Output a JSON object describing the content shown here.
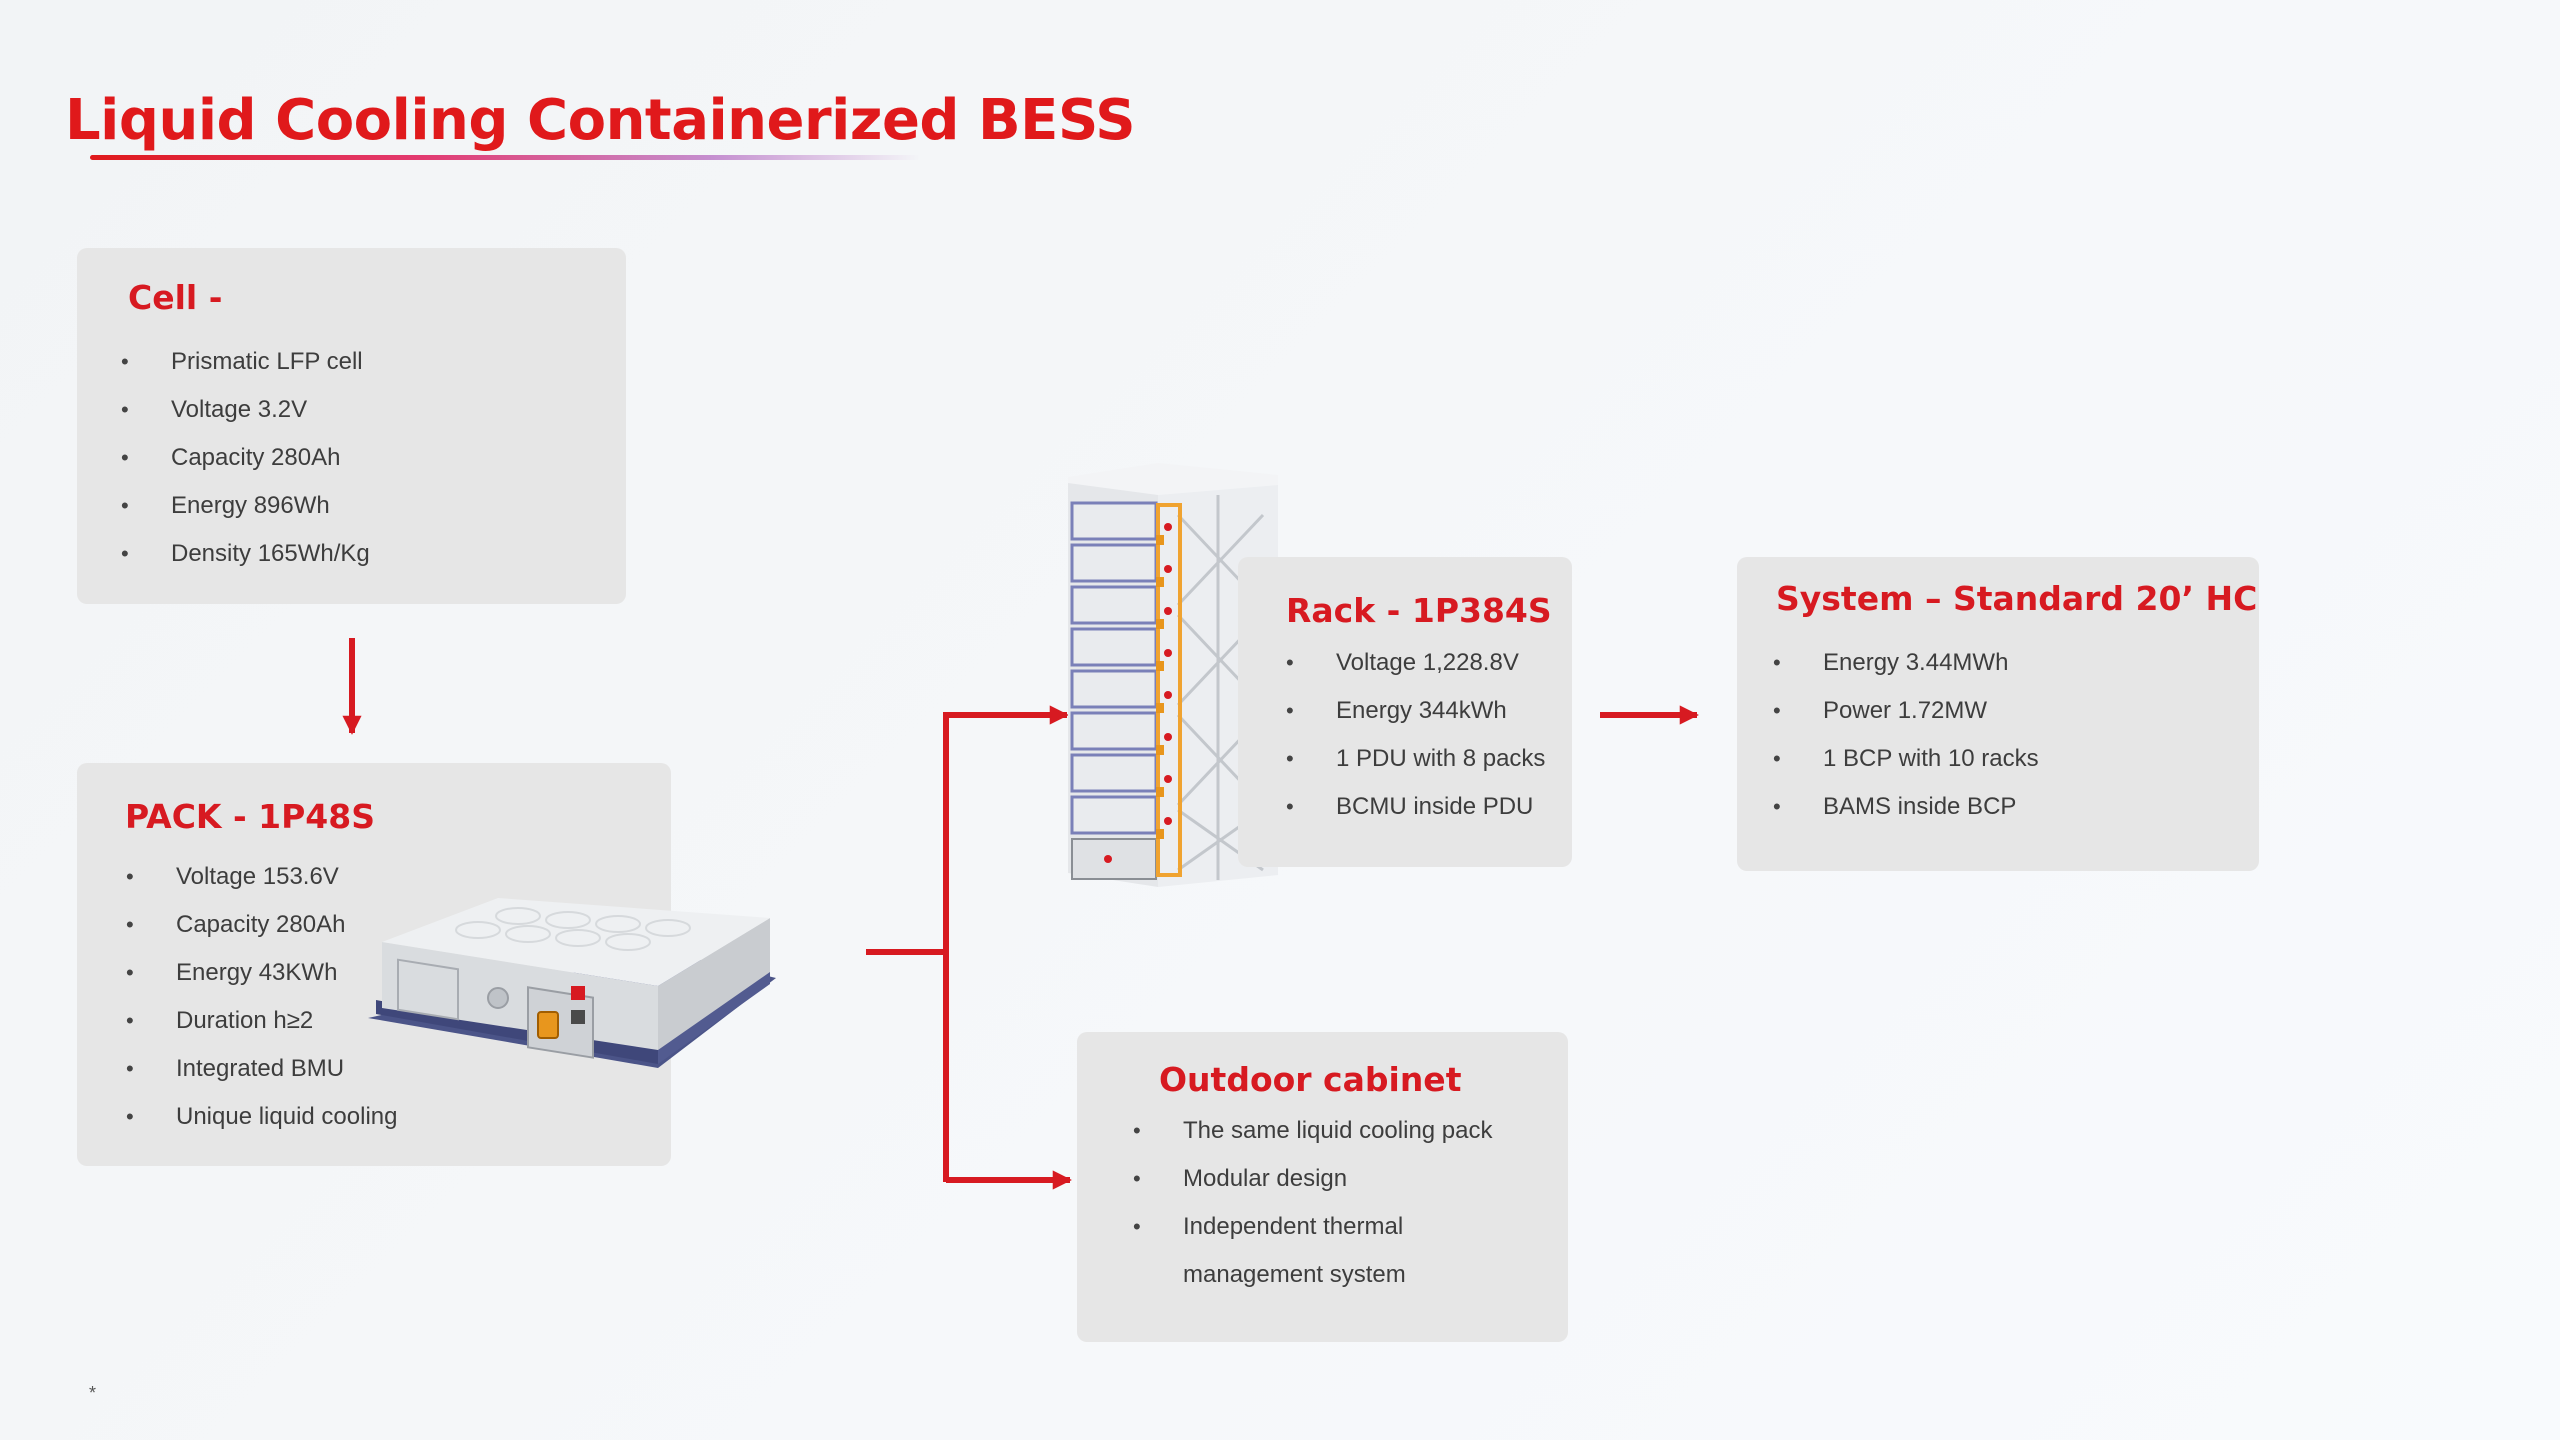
{
  "title": "Liquid Cooling Containerized BESS",
  "colors": {
    "accent": "#e0191b",
    "card_bg": "#e6e6e6",
    "arrow": "#d71a21"
  },
  "cell": {
    "heading": "Cell -",
    "items": [
      "Prismatic LFP cell",
      "Voltage 3.2V",
      "Capacity 280Ah",
      "Energy 896Wh",
      "Density 165Wh/Kg"
    ]
  },
  "pack": {
    "heading": "PACK - 1P48S",
    "items": [
      "Voltage 153.6V",
      "Capacity 280Ah",
      "Energy 43KWh",
      "Duration h≥2",
      "Integrated BMU",
      "Unique liquid cooling"
    ]
  },
  "rack": {
    "heading": "Rack - 1P384S",
    "items": [
      "Voltage 1,228.8V",
      "Energy 344kWh",
      "1 PDU with 8 packs",
      "BCMU inside PDU"
    ]
  },
  "system": {
    "heading": "System – Standard 20’ HC",
    "items": [
      "Energy 3.44MWh",
      "Power 1.72MW",
      "1 BCP with 10 racks",
      "BAMS inside BCP"
    ]
  },
  "outdoor": {
    "heading": "Outdoor cabinet",
    "items": [
      "The same liquid cooling pack",
      "Modular design",
      "Independent thermal",
      "management system"
    ]
  },
  "footnote": "*"
}
